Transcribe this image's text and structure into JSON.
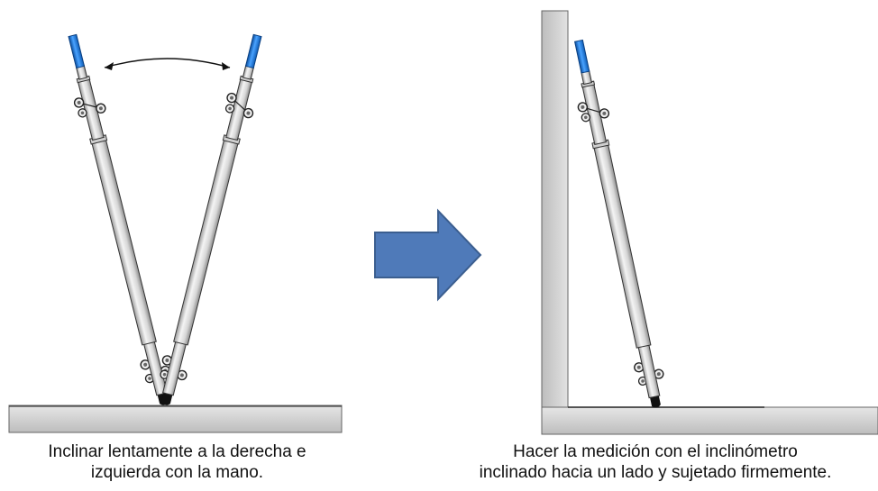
{
  "panels": {
    "left": {
      "caption_lines": [
        "Inclinar lentamente a la derecha e",
        "izquierda con la mano."
      ]
    },
    "right": {
      "caption_lines": [
        "Hacer la medición con el inclinómetro",
        "inclinado hacia un lado y sujetado firmemente."
      ]
    }
  },
  "colors": {
    "arrow_fill": "#4f7ab9",
    "arrow_stroke": "#3b5e8f",
    "probe_tip": "#1a78d6",
    "ground": "#d2d2d2",
    "wall": "#d2d2d2"
  }
}
